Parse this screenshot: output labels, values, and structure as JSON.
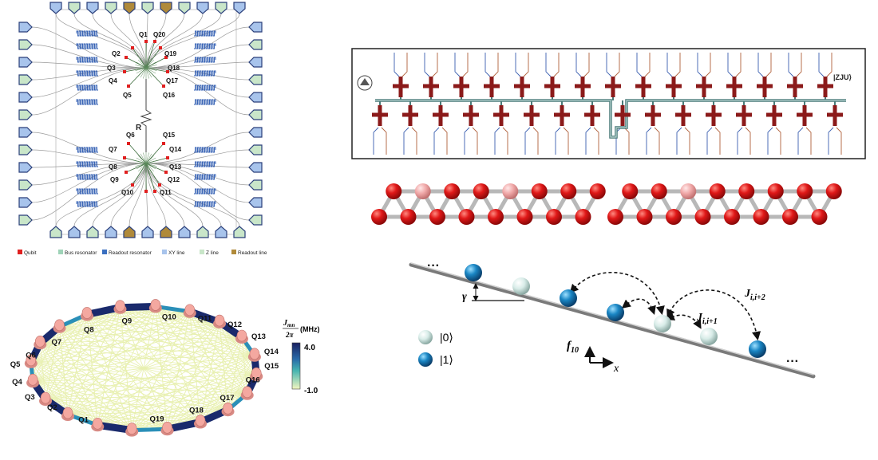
{
  "chip": {
    "qubit_labels": [
      "Q1",
      "Q2",
      "Q3",
      "Q4",
      "Q5",
      "Q6",
      "Q7",
      "Q8",
      "Q9",
      "Q10",
      "Q11",
      "Q12",
      "Q13",
      "Q14",
      "Q15",
      "Q16",
      "Q17",
      "Q18",
      "Q19",
      "Q20"
    ],
    "center_label": "R",
    "legend": [
      {
        "label": "Qubit",
        "color": "#e02020"
      },
      {
        "label": "Bus resonator",
        "color": "#9fd3b8"
      },
      {
        "label": "Readout resonator",
        "color": "#3a6fc0"
      },
      {
        "label": "XY line",
        "color": "#a8c4ec"
      },
      {
        "label": "Z line",
        "color": "#c9e6c9"
      },
      {
        "label": "Readout line",
        "color": "#b08a3a"
      }
    ]
  },
  "ring": {
    "labels": [
      "Q1",
      "Q2",
      "Q3",
      "Q4",
      "Q5",
      "Q6",
      "Q7",
      "Q8",
      "Q9",
      "Q10",
      "Q11",
      "Q12",
      "Q13",
      "Q14",
      "Q15",
      "Q16",
      "Q17",
      "Q18",
      "Q19"
    ],
    "colorbar_title_num": "J",
    "colorbar_title_sub": "mn",
    "colorbar_title_den": "2π",
    "colorbar_unit": "(MHz)",
    "colorbar_max": "4.0",
    "colorbar_min": "-1.0",
    "colors": {
      "strong": "#1a2a6c",
      "mid": "#2a8fb8",
      "weak": "#e8f0b0",
      "node": "#f4a8a0"
    }
  },
  "array": {
    "logo_text": "|ZJU⟩",
    "colors": {
      "qubit": "#8b1a1a",
      "bus": "#4a7a78",
      "line_blue": "#3a5fb0",
      "line_brown": "#b0603a"
    }
  },
  "lattice": {
    "colors": {
      "red": "#d81818",
      "pink": "#f0a8a8",
      "bond": "#b8b8b8"
    }
  },
  "ladder": {
    "ellipsis": "···",
    "gamma": "γ",
    "j_near": "J",
    "j_near_sub": "i,i+1",
    "j_next": "J",
    "j_next_sub": "i,i+2",
    "axis_y": "f",
    "axis_y_sub": "10",
    "axis_x": "x",
    "legend": [
      {
        "label": "|0⟩",
        "color": "#d8ece8"
      },
      {
        "label": "|1⟩",
        "color": "#1a86c4"
      }
    ]
  }
}
